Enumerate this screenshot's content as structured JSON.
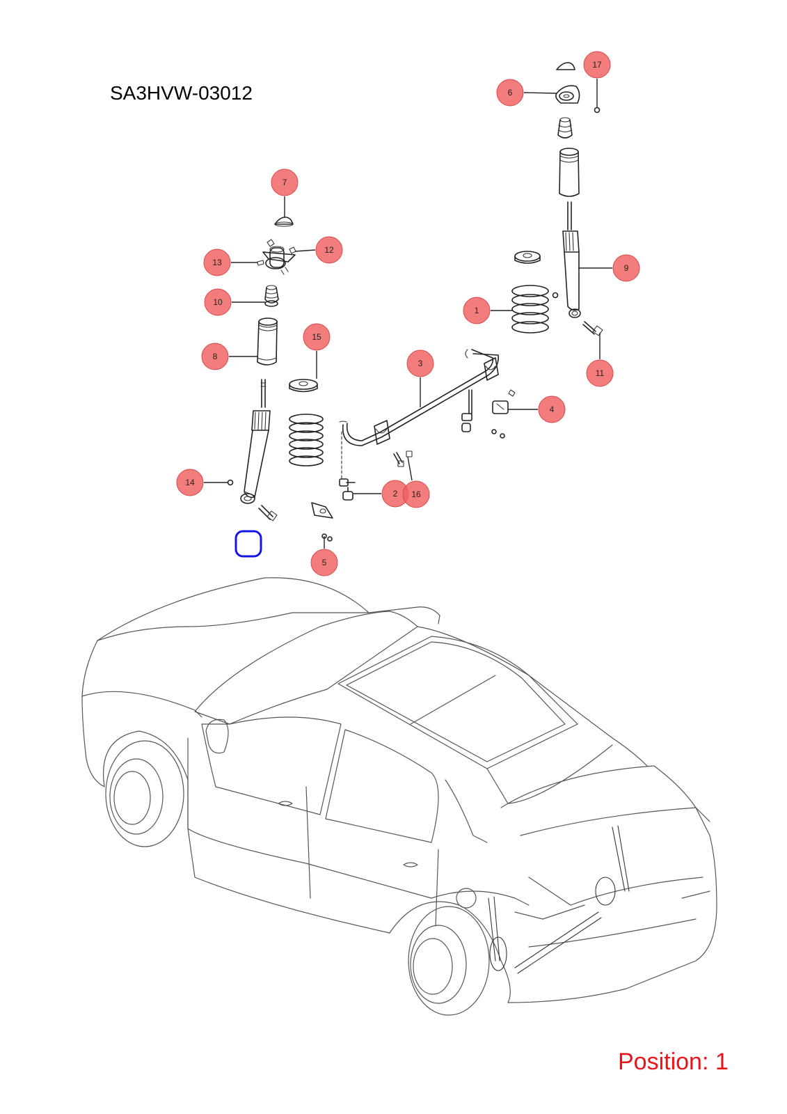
{
  "diagram_code": "SA3HVW-03012",
  "position_text": "Position: 1",
  "colors": {
    "callout_fill": "#f05f5f",
    "position_text": "#e8141a",
    "highlight_marker": "#1414e6"
  },
  "callouts": [
    {
      "id": "c7",
      "label": "7"
    },
    {
      "id": "c12",
      "label": "12"
    },
    {
      "id": "c13",
      "label": "13"
    },
    {
      "id": "c10",
      "label": "10"
    },
    {
      "id": "c8",
      "label": "8"
    },
    {
      "id": "c15",
      "label": "15"
    },
    {
      "id": "c14",
      "label": "14"
    },
    {
      "id": "c2",
      "label": "2"
    },
    {
      "id": "c16",
      "label": "16"
    },
    {
      "id": "c5",
      "label": "5"
    },
    {
      "id": "c3",
      "label": "3"
    },
    {
      "id": "c4",
      "label": "4"
    },
    {
      "id": "c17",
      "label": "17"
    },
    {
      "id": "c6",
      "label": "6"
    },
    {
      "id": "c9",
      "label": "9"
    },
    {
      "id": "c1",
      "label": "1"
    },
    {
      "id": "c11",
      "label": "11"
    }
  ],
  "highlight": {
    "name": "selected-position-marker",
    "marker_icon": "rounded-square-outline"
  }
}
